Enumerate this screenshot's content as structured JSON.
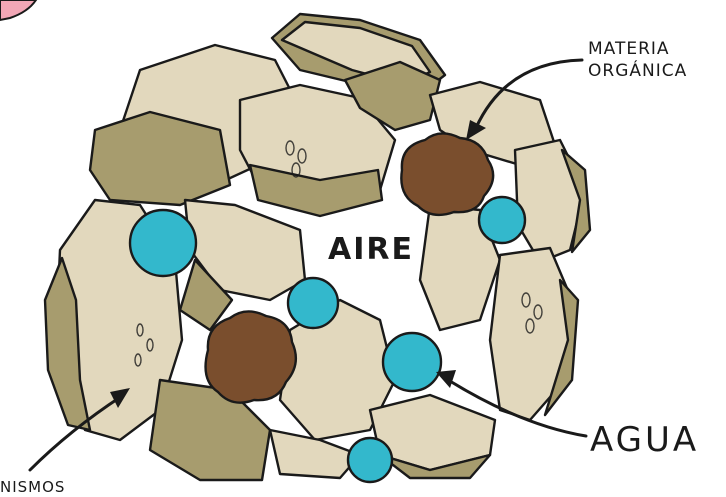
{
  "labels": {
    "materia_line1": "MATERIA",
    "materia_line2": "ORGÁNICA",
    "aire": "AIRE",
    "agua": "AGUA",
    "organismos_partial": "NISMOS"
  },
  "colors": {
    "rock_light": "#e2d8bd",
    "rock_dark": "#a79c6e",
    "organic_matter": "#7a4e2d",
    "water": "#33b8cc",
    "outline": "#1a1a1a",
    "corner_accent": "#f2a7b6"
  },
  "icons": [
    "rock-particle",
    "water-droplet",
    "organic-matter-clump",
    "pointer-arrow"
  ]
}
